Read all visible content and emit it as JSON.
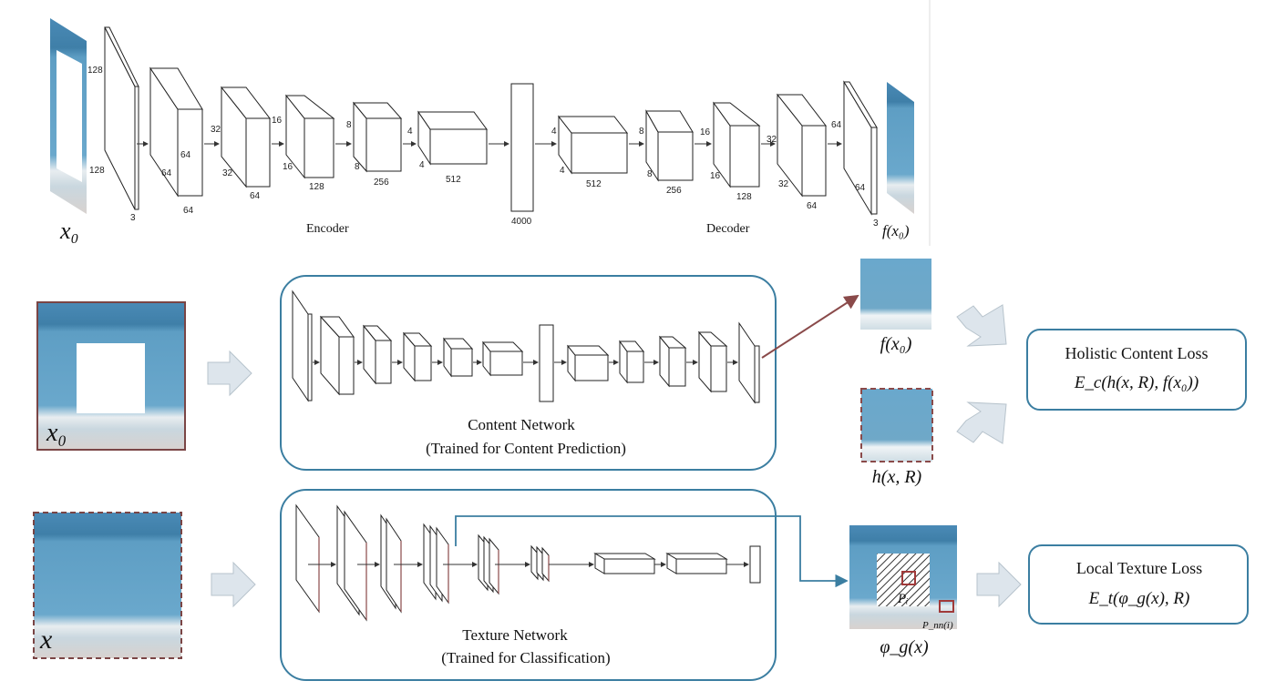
{
  "top_architecture": {
    "input_label": "x₀",
    "output_label": "f(x₀)",
    "encoder_label": "Encoder",
    "decoder_label": "Decoder",
    "bottleneck_dim": "4000",
    "input_height": "128",
    "input_width": "128",
    "input_channels": "3",
    "enc1": {
      "h": "64",
      "w": "64",
      "c": "64"
    },
    "enc2": {
      "h": "32",
      "w": "32",
      "c": "64",
      "next": "16"
    },
    "enc3": {
      "w": "16",
      "c": "128"
    },
    "enc4": {
      "h": "8",
      "w": "8",
      "c": "256"
    },
    "enc5": {
      "h": "4",
      "w": "4",
      "c": "512"
    },
    "dec1": {
      "h": "4",
      "w": "4",
      "c": "512"
    },
    "dec2": {
      "h": "8",
      "w": "8",
      "c": "256"
    },
    "dec3": {
      "h": "16",
      "w": "16",
      "c": "128"
    },
    "dec4": {
      "h": "32",
      "w": "32",
      "c": "64"
    },
    "dec5": {
      "h": "64",
      "w": "64",
      "c": "3"
    }
  },
  "content_row": {
    "input_label": "x₀",
    "network_title": "Content Network",
    "network_subtitle": "(Trained for Content Prediction)",
    "output_top_label": "f(x₀)",
    "output_bottom_label": "h(x, R)",
    "loss_title": "Holistic Content Loss",
    "loss_formula": "E_c(h(x, R), f(x₀))"
  },
  "texture_row": {
    "input_label": "x",
    "network_title": "Texture Network",
    "network_subtitle": "(Trained for Classification)",
    "patch_label": "Pᵢ",
    "nn_patch_label": "P_nn(i)",
    "output_label": "φ_g(x)",
    "loss_title": "Local Texture Loss",
    "loss_formula": "E_t(φ_g(x), R)"
  },
  "colors": {
    "box_border": "#3b7ea1",
    "arrow_fill": "#dde5ec",
    "sea": "#6fa8c8",
    "frame_red": "#8a4a4a"
  }
}
